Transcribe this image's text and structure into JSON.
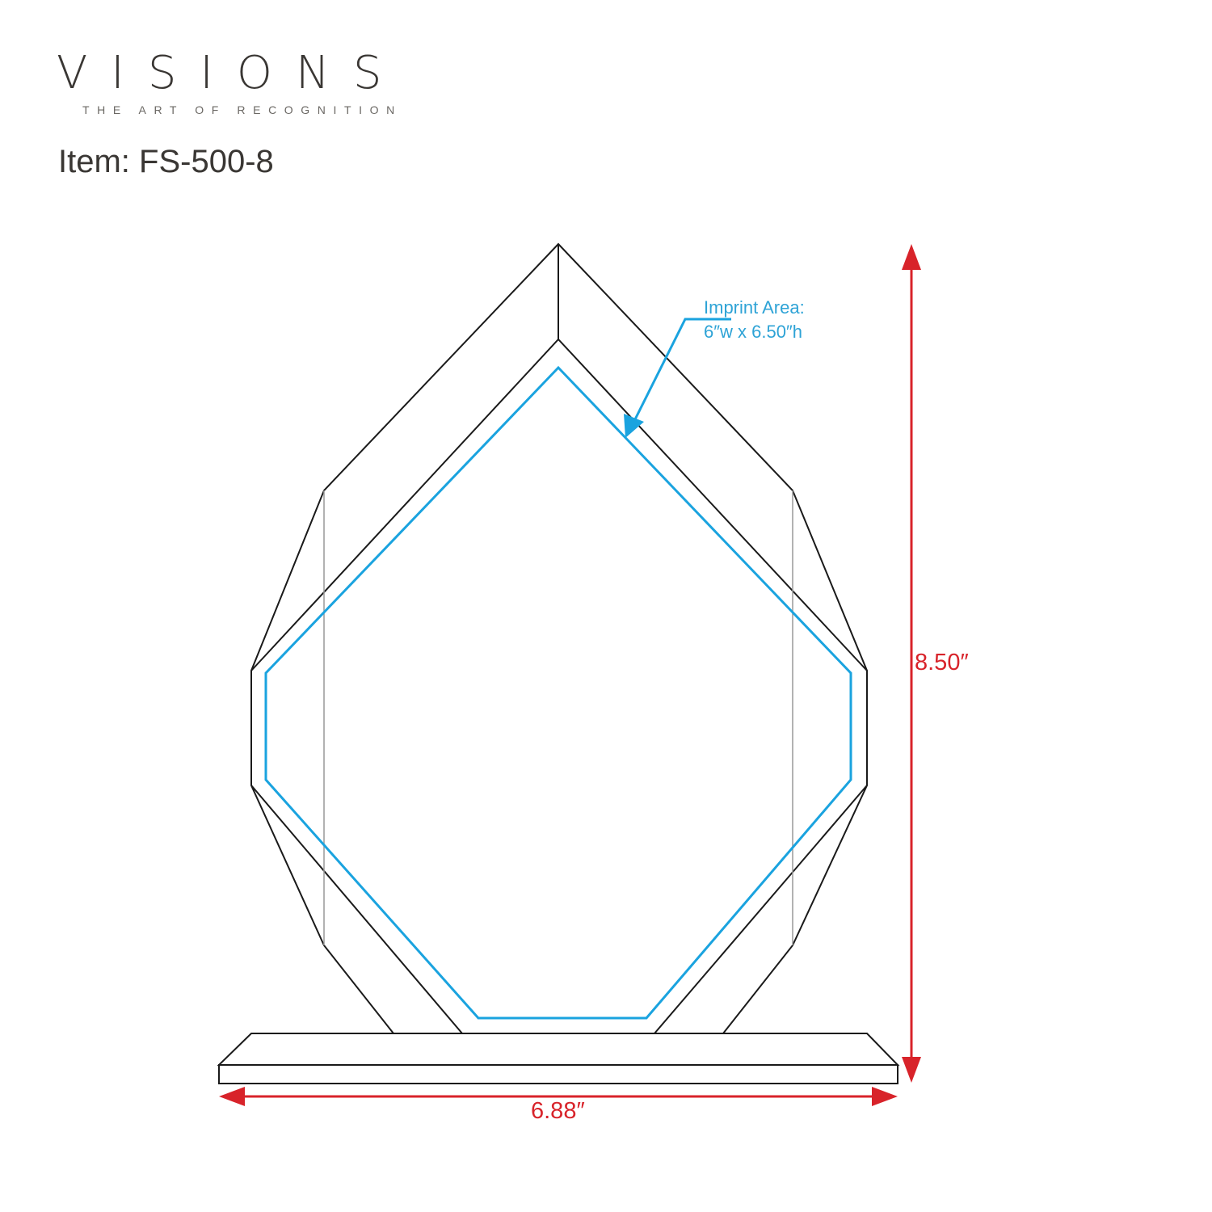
{
  "logo": {
    "brand": "VISIONS",
    "tagline": "THE ART OF RECOGNITION"
  },
  "item": {
    "label": "Item: FS-500-8"
  },
  "imprint": {
    "title": "Imprint Area:",
    "size": "6″w x 6.50″h"
  },
  "dimensions": {
    "height": "8.50″",
    "width": "6.88″"
  },
  "colors": {
    "outline": "#1a1a1a",
    "imprint": "#1aa3df",
    "dimension": "#d8232a",
    "text": "#3a3734"
  }
}
